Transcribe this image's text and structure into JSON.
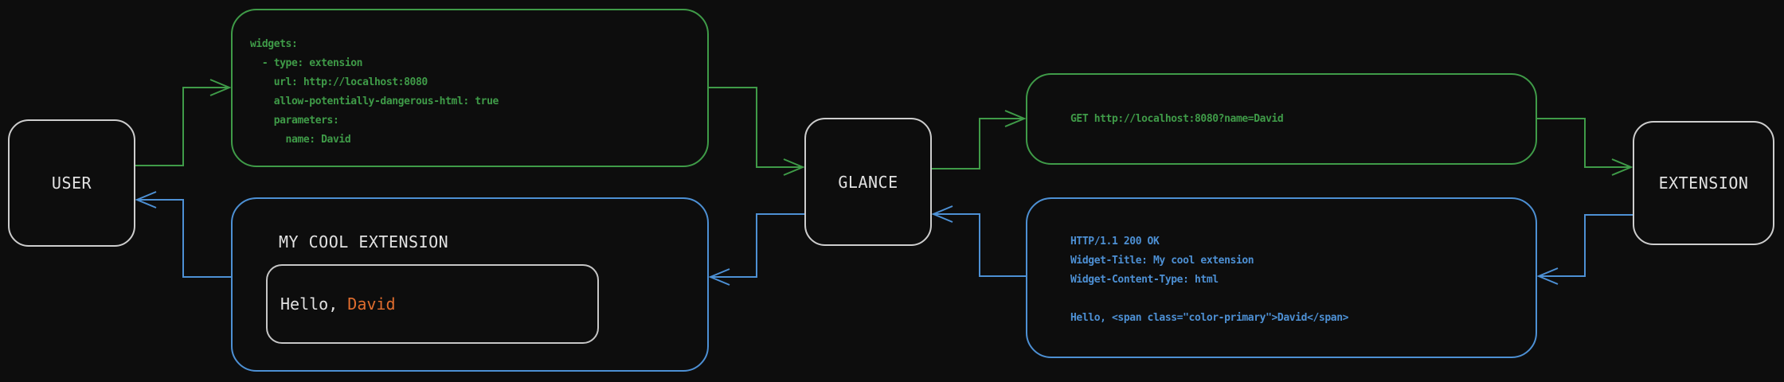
{
  "diagram": {
    "title": "glance-extension-request-flow",
    "colors": {
      "background": "#0d0d0d",
      "request_flow_green": "#3f9b48",
      "response_flow_blue": "#4d90d4",
      "node_border_gray": "#cdcdcd",
      "label_text": "#e2e2e2",
      "accent_orange": "#e06d2e"
    },
    "nodes": {
      "user": {
        "label": "USER"
      },
      "glance": {
        "label": "GLANCE"
      },
      "extension": {
        "label": "EXTENSION"
      }
    },
    "config_box": {
      "lines": [
        "widgets:",
        "  - type: extension",
        "    url: http://localhost:8080",
        "    allow-potentially-dangerous-html: true",
        "    parameters:",
        "      name: David"
      ]
    },
    "request_box": {
      "text": "GET http://localhost:8080?name=David"
    },
    "response_box": {
      "lines": [
        "HTTP/1.1 200 OK",
        "Widget-Title: My cool extension",
        "Widget-Content-Type: html",
        "",
        "Hello, <span class=\"color-primary\">David</span>"
      ]
    },
    "widget_box": {
      "title": "MY COOL EXTENSION",
      "greeting_prefix": "Hello, ",
      "greeting_name": "David"
    },
    "connections": [
      {
        "from": "user",
        "to": "config-box",
        "color": "green"
      },
      {
        "from": "config-box",
        "to": "glance",
        "color": "green"
      },
      {
        "from": "glance",
        "to": "request-box",
        "color": "green"
      },
      {
        "from": "request-box",
        "to": "extension",
        "color": "green"
      },
      {
        "from": "extension",
        "to": "response-box",
        "color": "blue"
      },
      {
        "from": "response-box",
        "to": "glance",
        "color": "blue"
      },
      {
        "from": "glance",
        "to": "widget-box",
        "color": "blue"
      },
      {
        "from": "widget-box",
        "to": "user",
        "color": "blue"
      }
    ]
  }
}
